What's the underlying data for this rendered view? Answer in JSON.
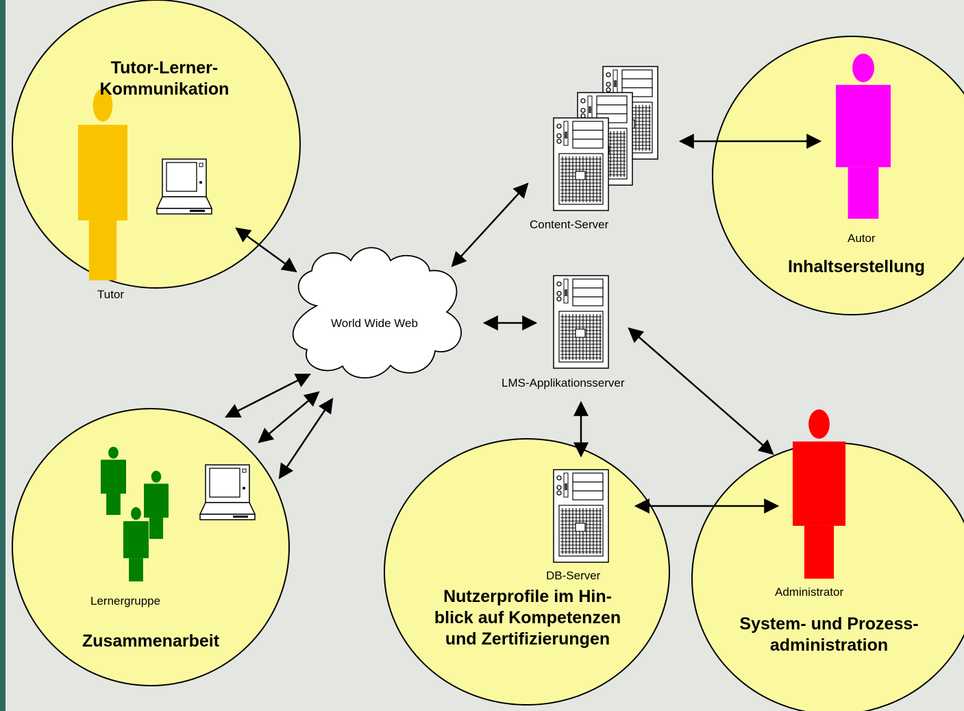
{
  "zones": {
    "tutor": {
      "title": "Tutor-Lerner-\nKommunikation",
      "person": "Tutor"
    },
    "autor": {
      "title": "Inhaltserstellung",
      "person": "Autor"
    },
    "group": {
      "title": "Zusammenarbeit",
      "person": "Lernergruppe"
    },
    "db": {
      "title": "Nutzerprofile im Hin-\nblick auf Kompetenzen\nund Zertifizierungen",
      "server": "DB-Server"
    },
    "admin": {
      "title": "System- und Prozess-\nadministration",
      "person": "Administrator"
    }
  },
  "network": {
    "cloud": "World Wide Web",
    "content_server": "Content-Server",
    "lms_server": "LMS-Applikationsserver"
  },
  "colors": {
    "background": "#e4e6e2",
    "zone_fill": "#fbf9a0",
    "tutor": "#f9c300",
    "autor": "#ff00ff",
    "group": "#008000",
    "admin": "#ff0000"
  }
}
